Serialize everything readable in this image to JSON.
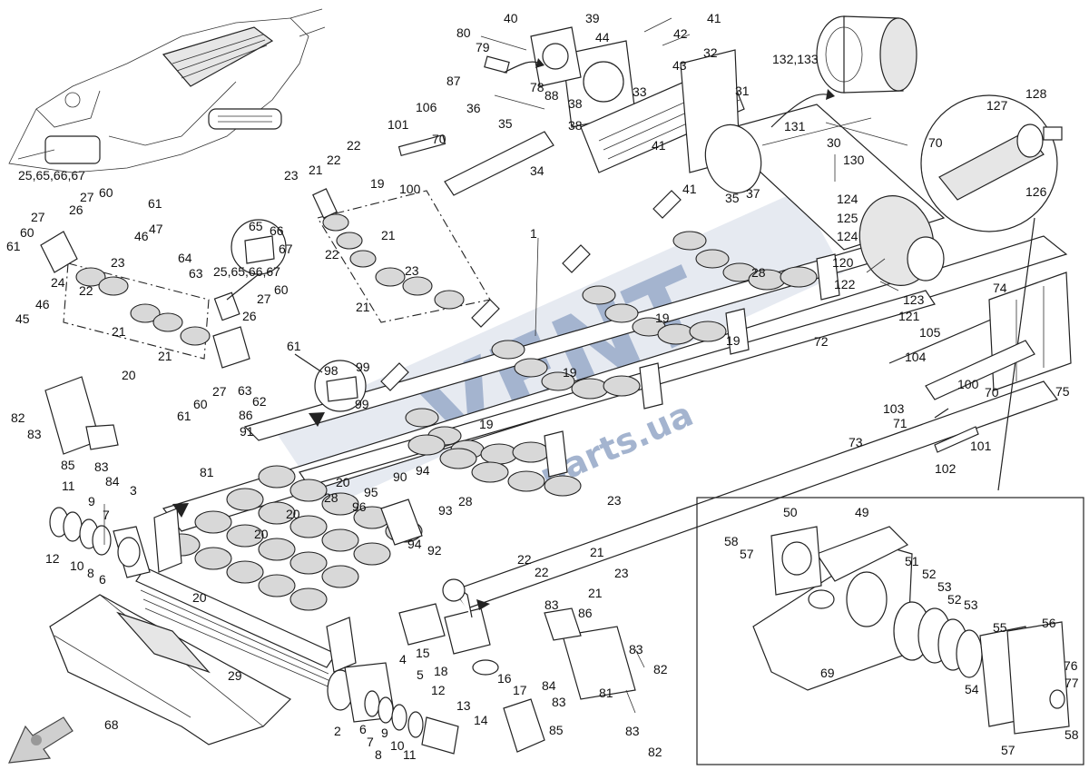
{
  "watermark": {
    "primary": "VENT",
    "secondary": "parts.ua",
    "color": "#5a78a8"
  },
  "inset_box": {
    "present": true
  },
  "callouts": [
    "1",
    "2",
    "3",
    "4",
    "5",
    "6",
    "7",
    "8",
    "9",
    "10",
    "11",
    "12",
    "13",
    "14",
    "15",
    "16",
    "17",
    "18",
    "19",
    "20",
    "21",
    "22",
    "23",
    "24",
    "25,65,66,67",
    "26",
    "27",
    "28",
    "29",
    "30",
    "31",
    "32",
    "33",
    "34",
    "35",
    "36",
    "37",
    "38",
    "39",
    "40",
    "41",
    "42",
    "43",
    "44",
    "45",
    "46",
    "47",
    "49",
    "50",
    "51",
    "52",
    "53",
    "54",
    "55",
    "56",
    "57",
    "58",
    "60",
    "61",
    "62",
    "63",
    "64",
    "65",
    "66",
    "67",
    "68",
    "69",
    "70",
    "71",
    "72",
    "73",
    "74",
    "75",
    "76",
    "77",
    "78",
    "79",
    "80",
    "81",
    "82",
    "83",
    "84",
    "85",
    "86",
    "87",
    "88",
    "90",
    "91",
    "92",
    "93",
    "94",
    "95",
    "96",
    "98",
    "99",
    "100",
    "101",
    "102",
    "103",
    "104",
    "105",
    "106",
    "120",
    "121",
    "122",
    "123",
    "124",
    "125",
    "126",
    "127",
    "128",
    "130",
    "131",
    "132,133"
  ]
}
